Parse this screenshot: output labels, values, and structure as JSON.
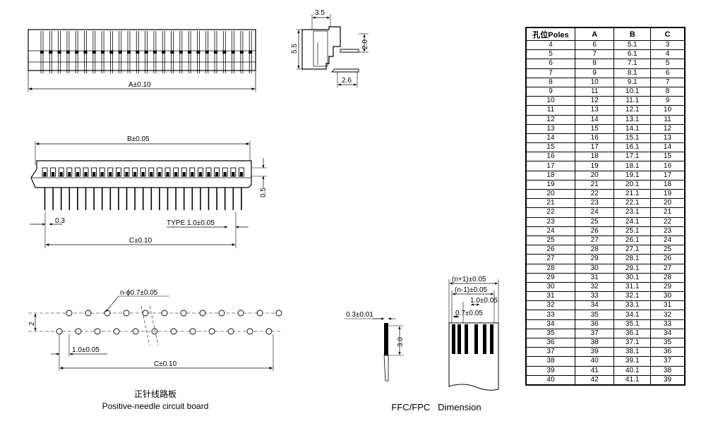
{
  "side_view": {
    "label_width": "3.5",
    "label_height": "5.5",
    "label_pin_length": "2.0",
    "label_pin_offset": "2.6"
  },
  "top_view": {
    "label_A": "A±0.10"
  },
  "front_view": {
    "label_B": "B±0.05",
    "label_pin_width": "0.3",
    "label_type": "TYPE 1.0±0.05",
    "label_C": "C±0.10",
    "label_offset": "0.5"
  },
  "pcb_layout": {
    "label_hole": "n-ϕ0.7±0.05",
    "label_row_spacing": "2",
    "label_pitch": "1.0±0.05",
    "label_C": "C±0.10",
    "caption_cn": "正针线路板",
    "caption_en": "Positive-needle circuit board"
  },
  "ffc_thickness": {
    "label_thickness": "0.3±0.01",
    "label_length": "3.0"
  },
  "ffc_dimension": {
    "label_n_plus_1": "(n+1)±0.05",
    "label_n_minus_1": "(n-1)±0.05",
    "label_pitch": "1.0±0.05",
    "label_width": "0.7±0.05",
    "caption": "FFC/FPC   Dimension"
  },
  "table": {
    "headers": [
      "孔位Poles",
      "A",
      "B",
      "C"
    ],
    "rows": [
      [
        "4",
        "6",
        "5.1",
        "3"
      ],
      [
        "5",
        "7",
        "6.1",
        "4"
      ],
      [
        "6",
        "8",
        "7.1",
        "5"
      ],
      [
        "7",
        "9",
        "8.1",
        "6"
      ],
      [
        "8",
        "10",
        "9.1",
        "7"
      ],
      [
        "9",
        "11",
        "10.1",
        "8"
      ],
      [
        "10",
        "12",
        "11.1",
        "9"
      ],
      [
        "11",
        "13",
        "12.1",
        "10"
      ],
      [
        "12",
        "14",
        "13.1",
        "11"
      ],
      [
        "13",
        "15",
        "14.1",
        "12"
      ],
      [
        "14",
        "16",
        "15.1",
        "13"
      ],
      [
        "15",
        "17",
        "16.1",
        "14"
      ],
      [
        "16",
        "18",
        "17.1",
        "15"
      ],
      [
        "17",
        "19",
        "18.1",
        "16"
      ],
      [
        "18",
        "20",
        "19.1",
        "17"
      ],
      [
        "19",
        "21",
        "20.1",
        "18"
      ],
      [
        "20",
        "22",
        "21.1",
        "19"
      ],
      [
        "21",
        "23",
        "22.1",
        "20"
      ],
      [
        "22",
        "24",
        "23.1",
        "21"
      ],
      [
        "23",
        "25",
        "24.1",
        "22"
      ],
      [
        "24",
        "26",
        "25.1",
        "23"
      ],
      [
        "25",
        "27",
        "26.1",
        "24"
      ],
      [
        "26",
        "28",
        "27.1",
        "25"
      ],
      [
        "27",
        "29",
        "28.1",
        "26"
      ],
      [
        "28",
        "30",
        "29.1",
        "27"
      ],
      [
        "29",
        "31",
        "30.1",
        "28"
      ],
      [
        "30",
        "32",
        "31.1",
        "29"
      ],
      [
        "31",
        "33",
        "32.1",
        "30"
      ],
      [
        "32",
        "34",
        "33.1",
        "31"
      ],
      [
        "33",
        "35",
        "34.1",
        "32"
      ],
      [
        "34",
        "36",
        "35.1",
        "33"
      ],
      [
        "35",
        "37",
        "36.1",
        "34"
      ],
      [
        "36",
        "38",
        "37.1",
        "35"
      ],
      [
        "37",
        "39",
        "38.1",
        "36"
      ],
      [
        "38",
        "40",
        "39.1",
        "37"
      ],
      [
        "39",
        "41",
        "40.1",
        "38"
      ],
      [
        "40",
        "42",
        "41.1",
        "39"
      ]
    ]
  }
}
